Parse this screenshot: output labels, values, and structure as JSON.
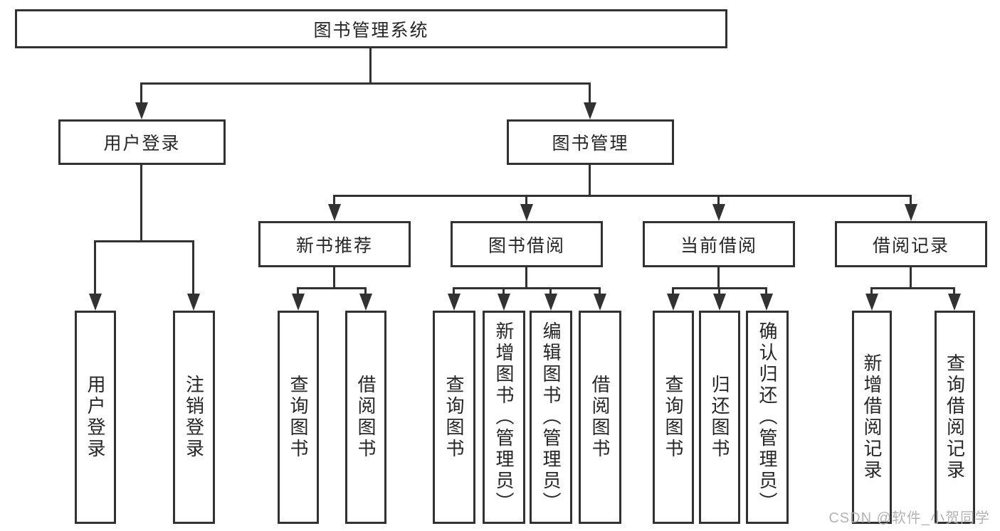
{
  "diagram": {
    "root": {
      "label": "图书管理系统"
    },
    "branches": [
      {
        "label": "用户登录",
        "children": [
          "用户登录",
          "注销登录"
        ]
      },
      {
        "label": "图书管理",
        "sub": [
          {
            "label": "新书推荐",
            "children": [
              "查询图书",
              "借阅图书"
            ]
          },
          {
            "label": "图书借阅",
            "children": [
              "查询图书",
              "新增图书（管理员）",
              "编辑图书（管理员）",
              "借阅图书"
            ]
          },
          {
            "label": "当前借阅",
            "children": [
              "查询图书",
              "归还图书",
              "确认归还（管理员）"
            ]
          },
          {
            "label": "借阅记录",
            "children": [
              "新增借阅记录",
              "查询借阅记录"
            ]
          }
        ]
      }
    ],
    "watermark": "CSDN @软件_小贺同学",
    "colors": {
      "line": "#323232",
      "text": "#262626",
      "watermark": "#b3b3b3",
      "background": "#ffffff"
    }
  }
}
